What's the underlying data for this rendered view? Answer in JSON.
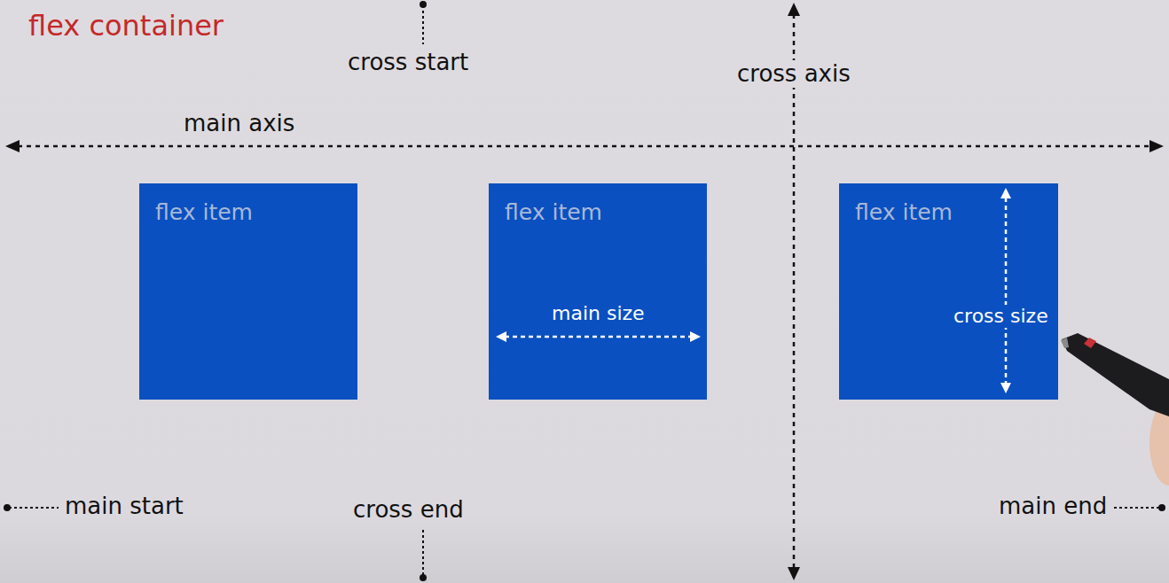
{
  "diagram": {
    "nodes": [
      {
        "text": [
          "flex container"
        ]
      },
      {
        "text": [
          "flex item"
        ],
        "in": 0
      },
      {
        "text": [
          "flex item",
          "main size"
        ],
        "in": 0
      },
      {
        "text": [
          "flex item",
          "cross size"
        ],
        "in": 0
      }
    ],
    "labels": [
      "cross start",
      "cross axis",
      "main axis",
      "main start",
      "cross end",
      "main end"
    ]
  }
}
